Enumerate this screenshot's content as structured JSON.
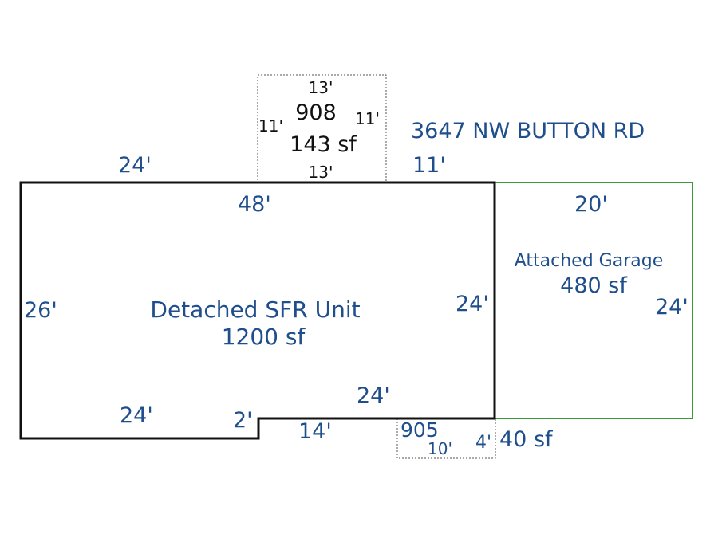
{
  "address": "3647 NW BUTTON RD",
  "colors": {
    "label_blue": "#1f4e8c",
    "main_outline": "#111111",
    "garage_outline": "#3a9a3a",
    "addition_outline": "#555555"
  },
  "main_unit": {
    "name": "Detached SFR Unit",
    "area": "1200 sf",
    "dims": {
      "top_left": "24'",
      "top_right": "11'",
      "top_total": "48'",
      "left": "26'",
      "right": "24'",
      "bottom_left": "24'",
      "step": "2'",
      "bottom_mid": "14'",
      "inner_bottom": "24'"
    }
  },
  "garage": {
    "name": "Attached Garage",
    "area": "480 sf",
    "dims": {
      "top": "20'",
      "right": "24'"
    }
  },
  "addition_908": {
    "id": "908",
    "area": "143 sf",
    "dims": {
      "top": "13'",
      "bottom": "13'",
      "left": "11'",
      "right": "11'"
    }
  },
  "addition_905": {
    "id": "905",
    "area": "40 sf",
    "dims": {
      "bottom": "10'",
      "right": "4'"
    }
  }
}
